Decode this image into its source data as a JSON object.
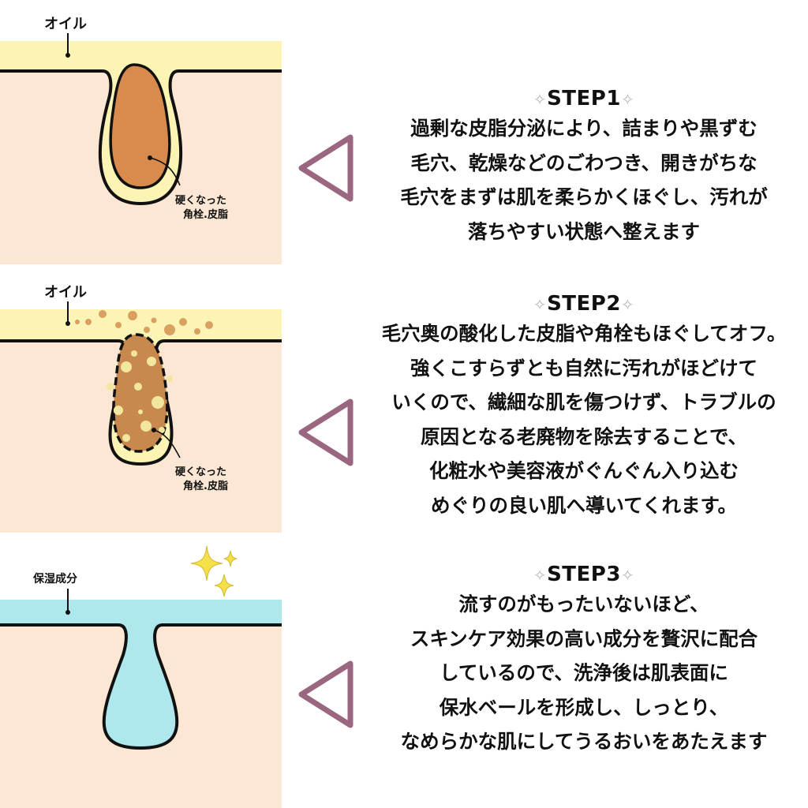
{
  "colors": {
    "skin": "#fbe7d3",
    "oil": "#fbf4b4",
    "plug": "#d98b4e",
    "moisture": "#aee7ec",
    "arrow": "#9a6680",
    "sparkle": "#f5e04a"
  },
  "panels": [
    {
      "top_label": "オイル",
      "pore_label_line1": "硬くなった",
      "pore_label_line2": "角栓.皮脂"
    },
    {
      "top_label": "オイル",
      "pore_label_line1": "硬くなった",
      "pore_label_line2": "角栓.皮脂"
    },
    {
      "top_label": "保湿成分"
    }
  ],
  "steps": [
    {
      "title": "STEP1",
      "lines": [
        "過剰な皮脂分泌により、詰まりや黒ずむ",
        "毛穴、乾燥などのごわつき、開きがちな",
        "毛穴をまずは肌を柔らかくほぐし、汚れが",
        "落ちやすい状態へ整えます"
      ]
    },
    {
      "title": "STEP2",
      "lines": [
        "毛穴奥の酸化した皮脂や角栓もほぐしてオフ。",
        "強くこすらずとも自然に汚れがほどけて",
        "いくので、繊細な肌を傷つけず、トラブルの",
        "原因となる老廃物を除去することで、",
        "化粧水や美容液がぐんぐん入り込む",
        "めぐりの良い肌へ導いてくれます。"
      ]
    },
    {
      "title": "STEP3",
      "lines": [
        "流すのがもったいないほど、",
        "スキンケア効果の高い成分を贅沢に配合",
        "しているので、洗浄後は肌表面に",
        "保水ベールを形成し、しっとり、",
        "なめらかな肌にしてうるおいをあたえます"
      ]
    }
  ]
}
